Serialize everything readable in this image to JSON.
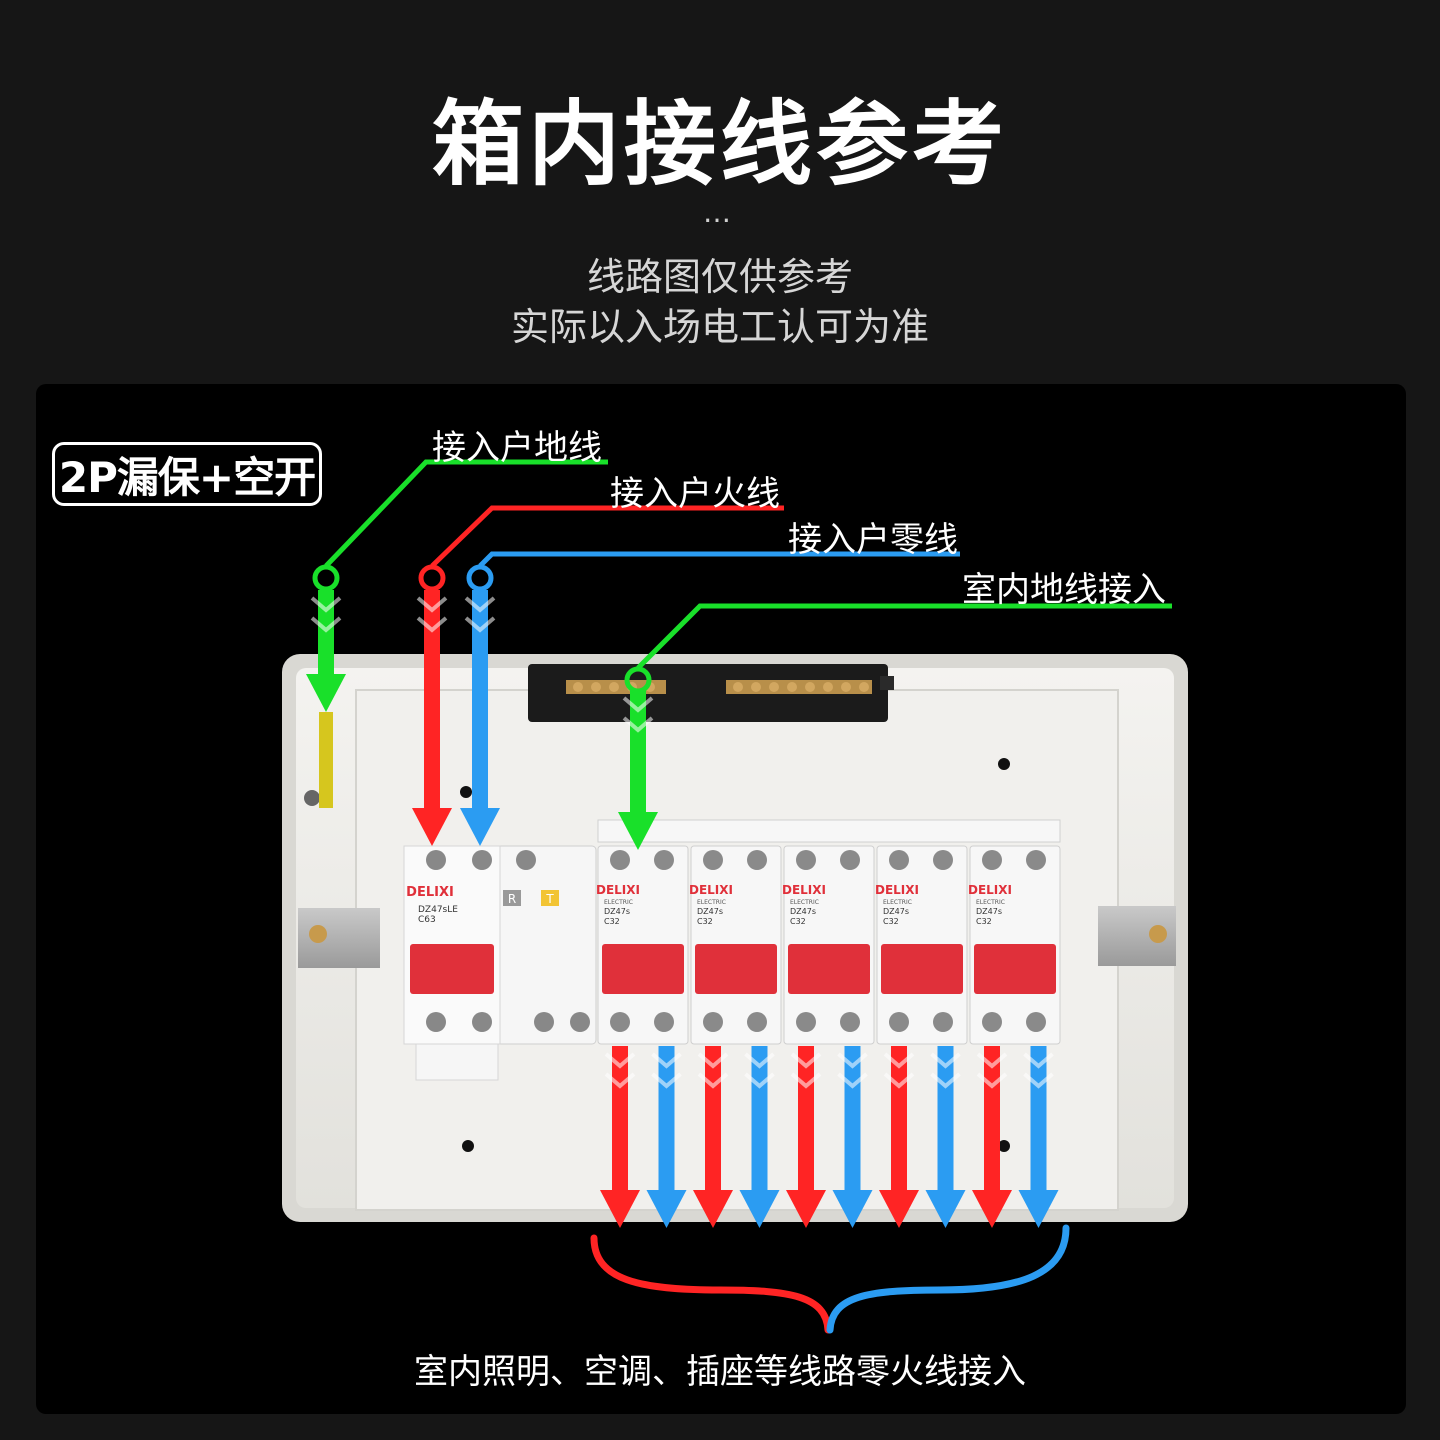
{
  "header": {
    "title": "箱内接线参考",
    "dots": "…",
    "note_line1": "线路图仅供参考",
    "note_line2": "实际以入场电工认可为准"
  },
  "badge": {
    "mode": "2P漏保+空开"
  },
  "wires": {
    "earth_in": "接入户地线",
    "live_in": "接入户火线",
    "neutral_in": "接入户零线",
    "indoor_earth": "室内地线接入"
  },
  "caption": "室内照明、空调、插座等线路零火线接入",
  "colors": {
    "earth": "#19e02a",
    "live": "#ff2424",
    "neutral": "#2b9cf2",
    "breaker_red": "#e0303a",
    "enclosure": "#ecebe7"
  },
  "breakers": {
    "brand": "DELIXI",
    "sub_brand": "ELECTRIC",
    "rcbo_model": "DZ47sLE",
    "rcbo_rating": "C63",
    "mcb_model": "DZ47s",
    "mcb_rating": "C32",
    "test_buttons": [
      "R",
      "T"
    ]
  }
}
